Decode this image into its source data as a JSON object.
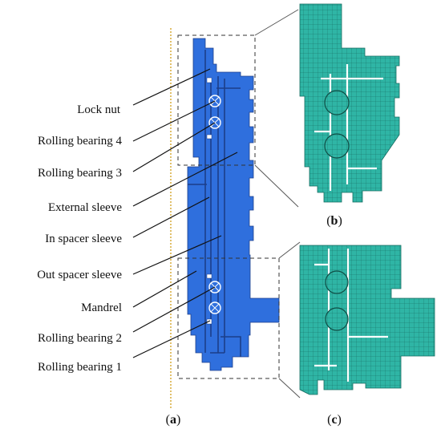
{
  "labels": [
    {
      "id": "lock-nut",
      "text": "Lock nut"
    },
    {
      "id": "rolling-bearing-4",
      "text": "Rolling bearing 4"
    },
    {
      "id": "rolling-bearing-3",
      "text": "Rolling bearing 3"
    },
    {
      "id": "external-sleeve",
      "text": "External sleeve"
    },
    {
      "id": "in-spacer-sleeve",
      "text": "In spacer sleeve"
    },
    {
      "id": "out-spacer-sleeve",
      "text": "Out spacer sleeve"
    },
    {
      "id": "mandrel",
      "text": "Mandrel"
    },
    {
      "id": "rolling-bearing-2",
      "text": "Rolling bearing 2"
    },
    {
      "id": "rolling-bearing-1",
      "text": "Rolling bearing 1"
    }
  ],
  "panels": {
    "a": {
      "open": "(",
      "letter": "a",
      "close": ")"
    },
    "b": {
      "open": "(",
      "letter": "b",
      "close": ")"
    },
    "c": {
      "open": "(",
      "letter": "c",
      "close": ")"
    }
  },
  "colors": {
    "part_fill": "#2f6fdd",
    "part_edge": "#1c3f8a",
    "mesh_fill": "#2fb5a5",
    "mesh_line": "#166b60",
    "axis_line": "#d4a52a",
    "leader": "#111111"
  }
}
